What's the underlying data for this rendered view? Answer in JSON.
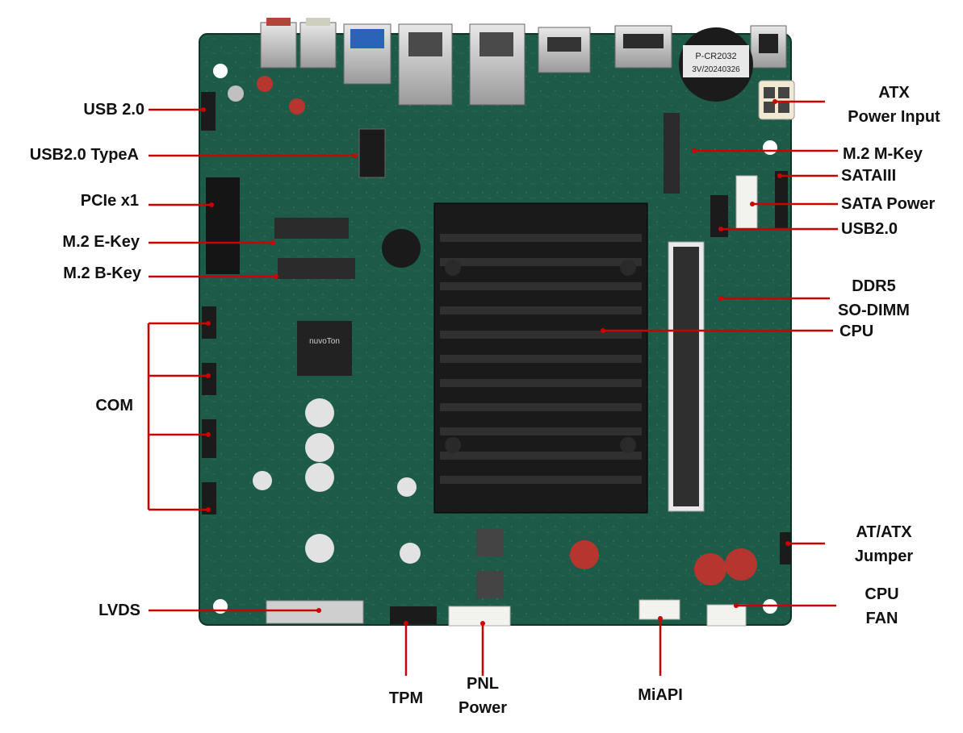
{
  "colors": {
    "pcb": "#1d5a47",
    "pcb_dark": "#123e31",
    "heatsink": "#1a1a1a",
    "callout": "#cc0000",
    "label": "#111111"
  },
  "diagram": {
    "board": {
      "chips": [
        "nuvoTon"
      ],
      "battery": [
        "P-CR2032",
        "3V/20240326"
      ]
    },
    "left_labels": {
      "usb20": "USB 2.0",
      "usb20_typea": "USB2.0 TypeA",
      "pcie_x1": "PCIe x1",
      "m2_ekey": "M.2 E-Key",
      "m2_bkey": "M.2 B-Key",
      "com": "COM",
      "lvds": "LVDS"
    },
    "right_labels": {
      "atx_power": [
        "ATX",
        "Power Input"
      ],
      "m2_mkey": "M.2 M-Key",
      "sataiii": "SATAIII",
      "sata_power": "SATA Power",
      "usb20": "USB2.0",
      "ddr5": [
        "DDR5",
        "SO-DIMM"
      ],
      "cpu": "CPU",
      "at_atx_jumper": [
        "AT/ATX",
        "Jumper"
      ],
      "cpu_fan": [
        "CPU",
        "FAN"
      ]
    },
    "bottom_labels": {
      "tpm": "TPM",
      "pnl_power": [
        "PNL",
        "Power"
      ],
      "miapi": "MiAPI"
    }
  }
}
